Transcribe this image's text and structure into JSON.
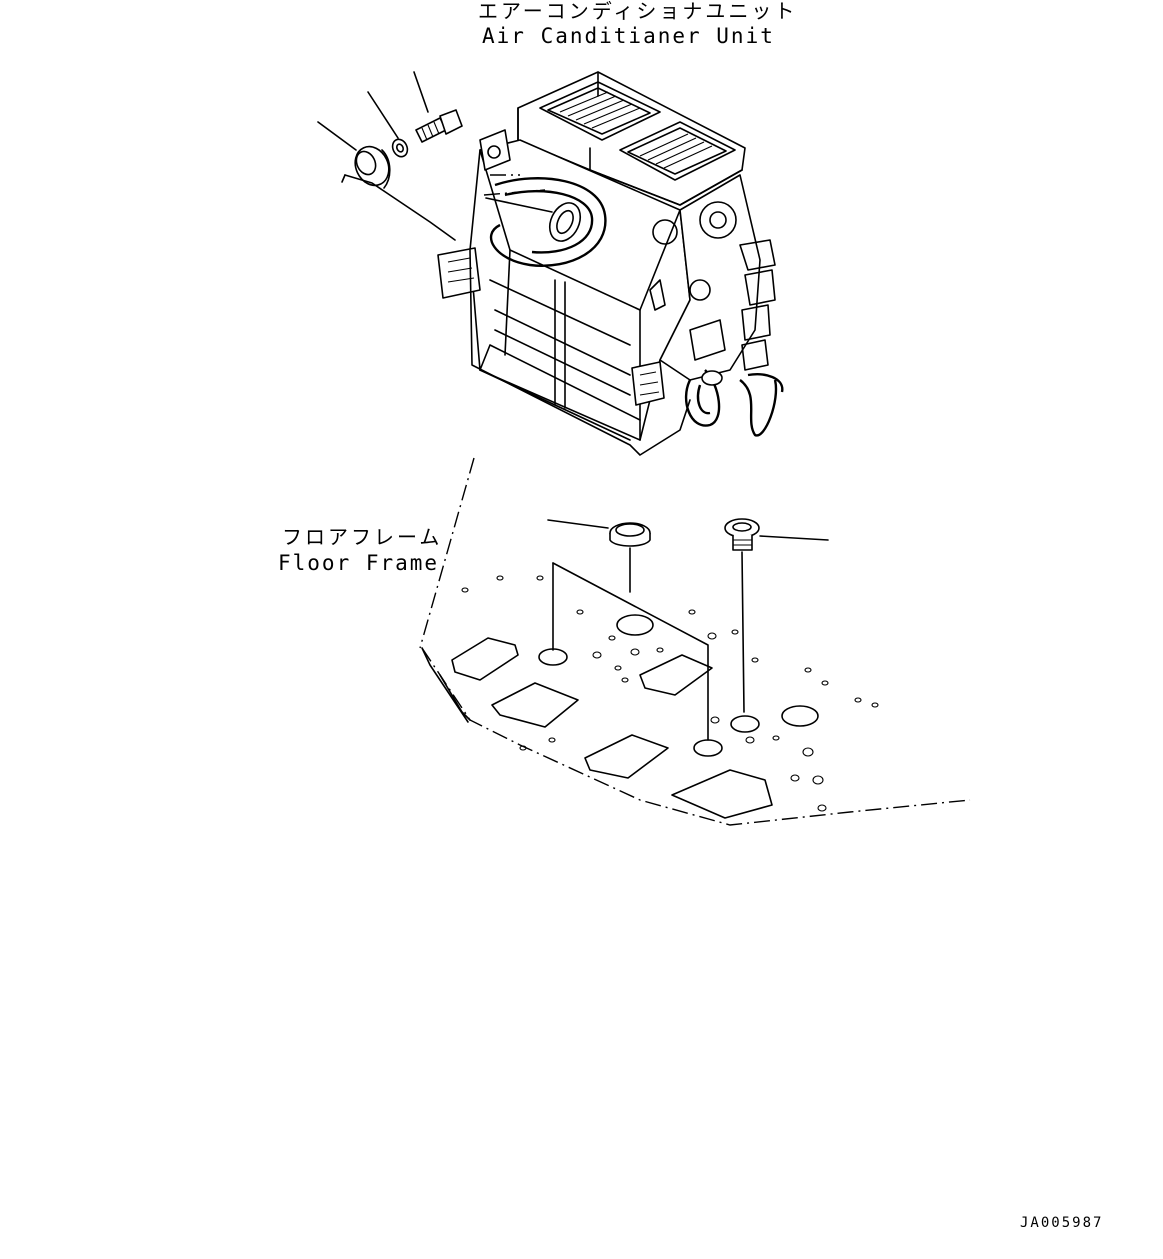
{
  "labels": {
    "unit_jp": "エアーコンディショナユニット",
    "unit_en": "Air Canditianer Unit",
    "floor_jp": "フロアフレーム",
    "floor_en": "Floor Frame",
    "drawing_code": "JA005987"
  }
}
